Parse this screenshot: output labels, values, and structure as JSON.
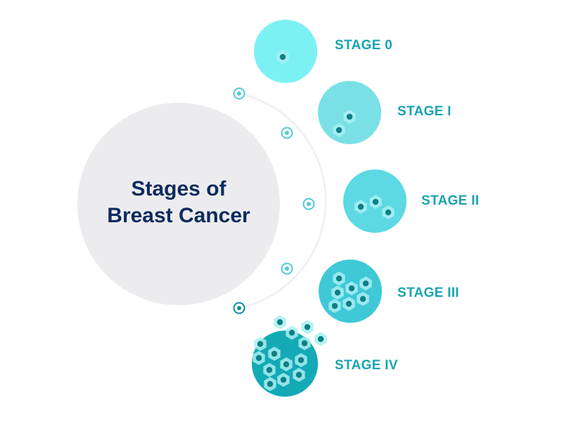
{
  "title_lines": [
    "Stages of",
    "Breast Cancer"
  ],
  "stages": [
    {
      "label": "STAGE 0",
      "cells": 1
    },
    {
      "label": "STAGE I",
      "cells": 2
    },
    {
      "label": "STAGE II",
      "cells": 3
    },
    {
      "label": "STAGE III",
      "cells": 7
    },
    {
      "label": "STAGE IV",
      "cells": 14
    }
  ],
  "colors": {
    "title": "#0d2b5e",
    "label": "#17a4b0",
    "center_circle": "#ececef",
    "arc": "#eef1f5",
    "node": "#52cbd6",
    "stage_circles": [
      "#7cf1f3",
      "#79e1e6",
      "#5cd9e3",
      "#3fc8d6",
      "#13aab6"
    ]
  }
}
